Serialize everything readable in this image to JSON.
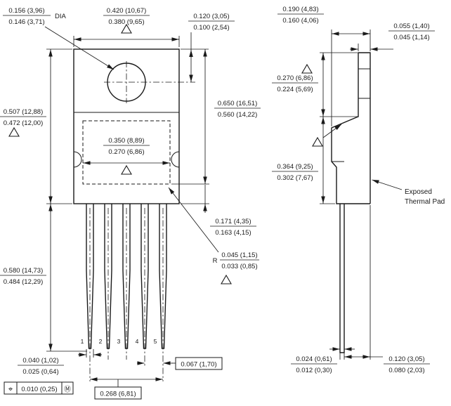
{
  "drawing": {
    "front_view": {
      "dims": {
        "hole_dia": {
          "top": "0.156 (3,96)",
          "bottom": "0.146 (3,71)",
          "suffix": "DIA"
        },
        "tab_width": {
          "top": "0.420 (10,67)",
          "bottom": "0.380 (9,65)"
        },
        "hole_position": {
          "top": "0.120 (3,05)",
          "bottom": "0.100 (2,54)"
        },
        "body_height": {
          "top": "0.507 (12,88)",
          "bottom": "0.472 (12,00)"
        },
        "overall_height": {
          "top": "0.650 (16,51)",
          "bottom": "0.560 (14,22)"
        },
        "pad_width": {
          "top": "0.350 (8,89)",
          "bottom": "0.270 (6,86)"
        },
        "pad_clearance": {
          "top": "0.171 (4,35)",
          "bottom": "0.163 (4,15)"
        },
        "shoulder_radius": {
          "prefix": "R",
          "top": "0.045 (1,15)",
          "bottom": "0.033 (0,85)"
        },
        "lead_length": {
          "top": "0.580 (14,73)",
          "bottom": "0.484 (12,29)"
        },
        "lead_width": {
          "top": "0.040 (1,02)",
          "bottom": "0.025 (0,64)"
        },
        "lead_span": {
          "value": "0.268 (6,81)"
        },
        "lead_pitch": {
          "value": "0.067 (1,70)"
        }
      },
      "tolerance_frame": {
        "position_symbol": "⌖",
        "value": "0.010 (0,25)",
        "modifier": "Ⓜ"
      },
      "pin_numbers": [
        "1",
        "2",
        "3",
        "4",
        "5"
      ]
    },
    "side_view": {
      "dims": {
        "body_thickness": {
          "top": "0.190 (4,83)",
          "bottom": "0.160 (4,06)"
        },
        "tab_thickness": {
          "top": "0.055 (1,40)",
          "bottom": "0.045 (1,14)"
        },
        "tab_height": {
          "top": "0.270 (6,86)",
          "bottom": "0.224 (5,69)"
        },
        "pad_height": {
          "top": "0.364 (9,25)",
          "bottom": "0.302 (7,67)"
        },
        "lead_thickness": {
          "top": "0.024 (0,61)",
          "bottom": "0.012 (0,30)"
        },
        "lead_to_back": {
          "top": "0.120 (3,05)",
          "bottom": "0.080 (2,03)"
        }
      },
      "labels": {
        "thermal_pad_line1": "Exposed",
        "thermal_pad_line2": "Thermal Pad"
      }
    }
  }
}
